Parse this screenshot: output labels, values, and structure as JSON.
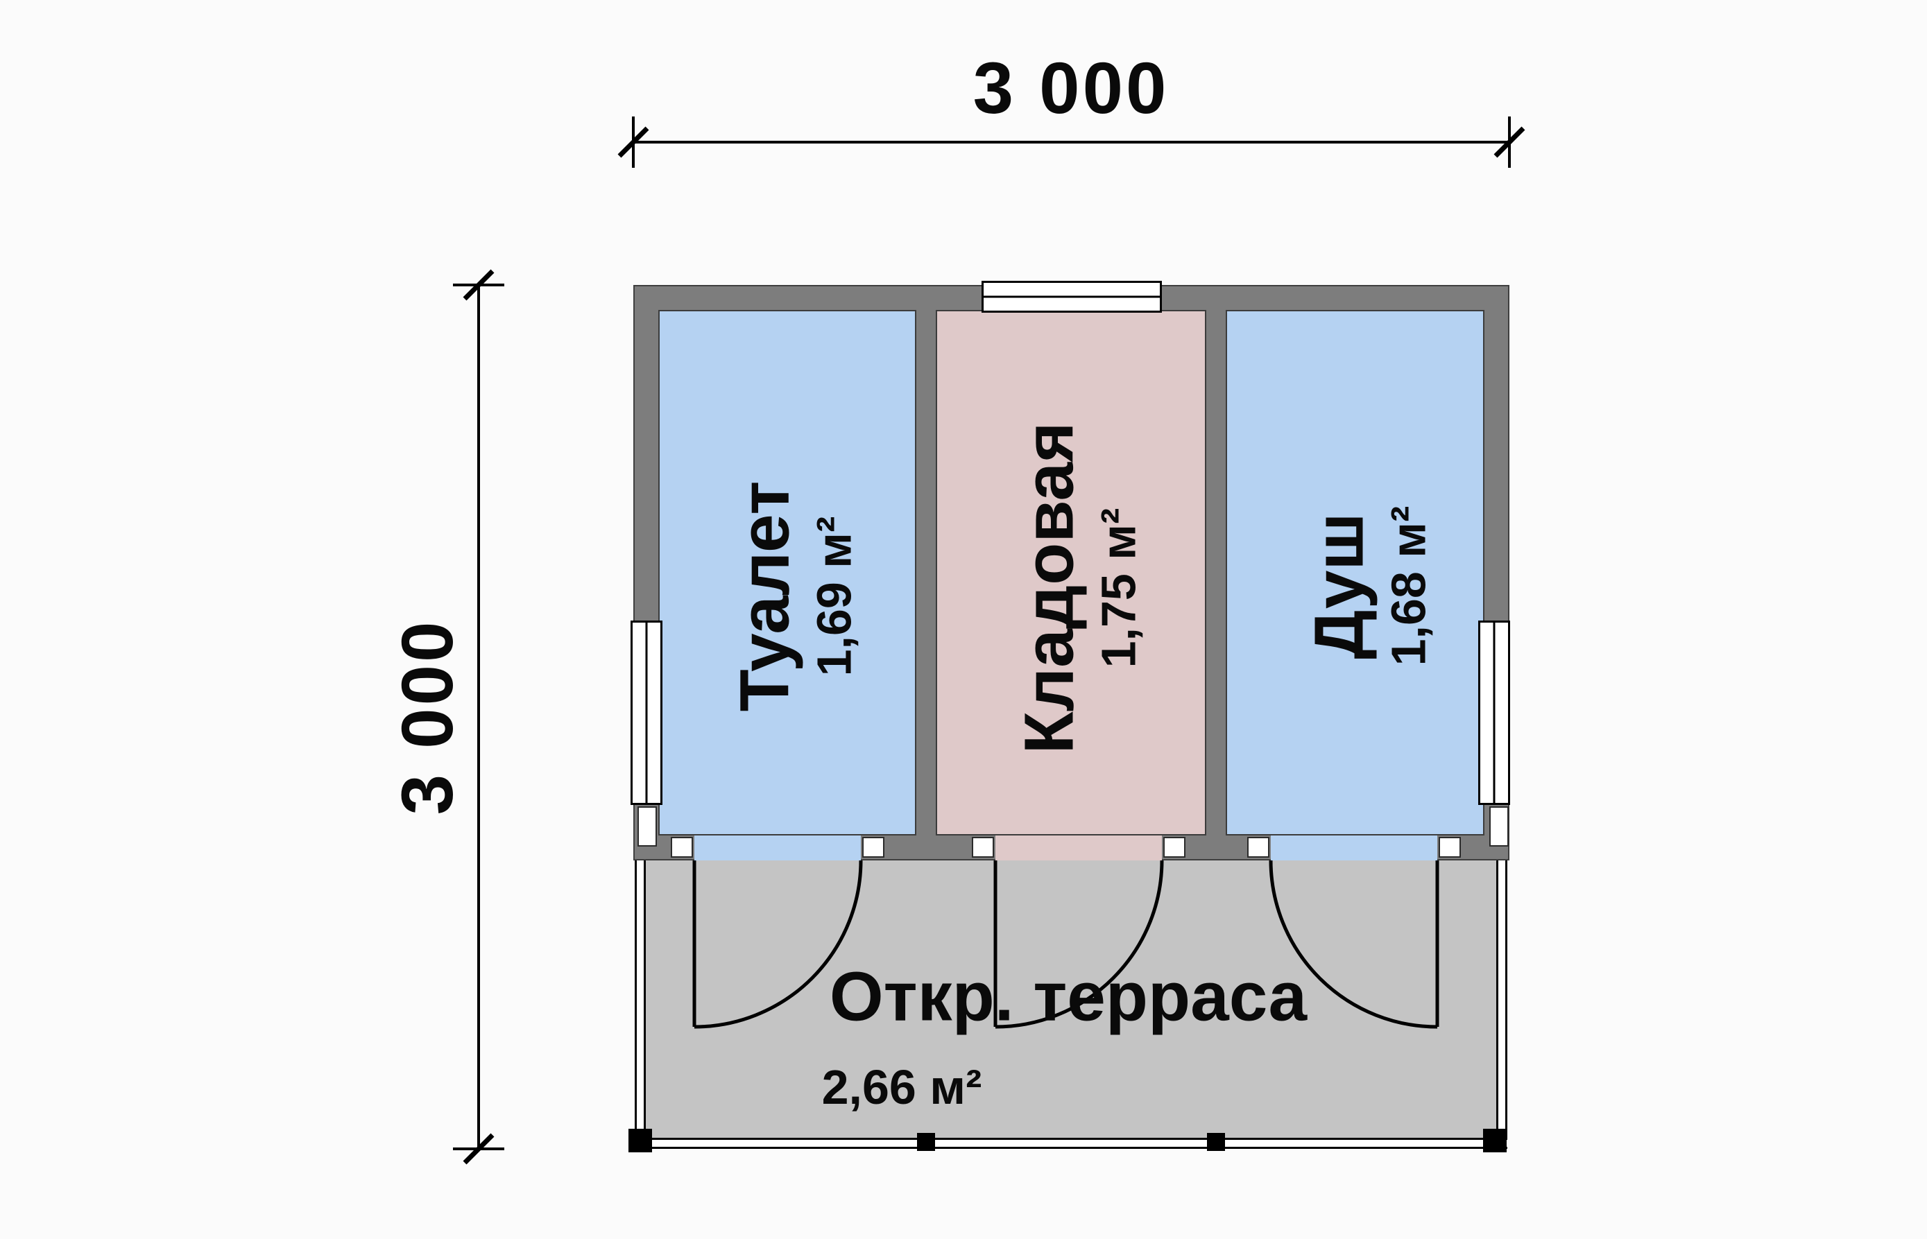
{
  "dimension_top": {
    "label": "3 000"
  },
  "dimension_left": {
    "label": "3 000"
  },
  "rooms": [
    {
      "name": "Туалет",
      "area": "1,69 м²"
    },
    {
      "name": "Кладовая",
      "area": "1,75 м²"
    },
    {
      "name": "Душ",
      "area": "1,68 м²"
    }
  ],
  "terrace": {
    "name": "Откр. терраса",
    "area": "2,66 м²"
  },
  "colors": {
    "wall": "#7d7d7d",
    "room_blue": "#b5d2f2",
    "room_pink": "#dfc9c9",
    "terrace": "#c4c4c4",
    "line": "#000000",
    "background": "#fbfbfb"
  }
}
